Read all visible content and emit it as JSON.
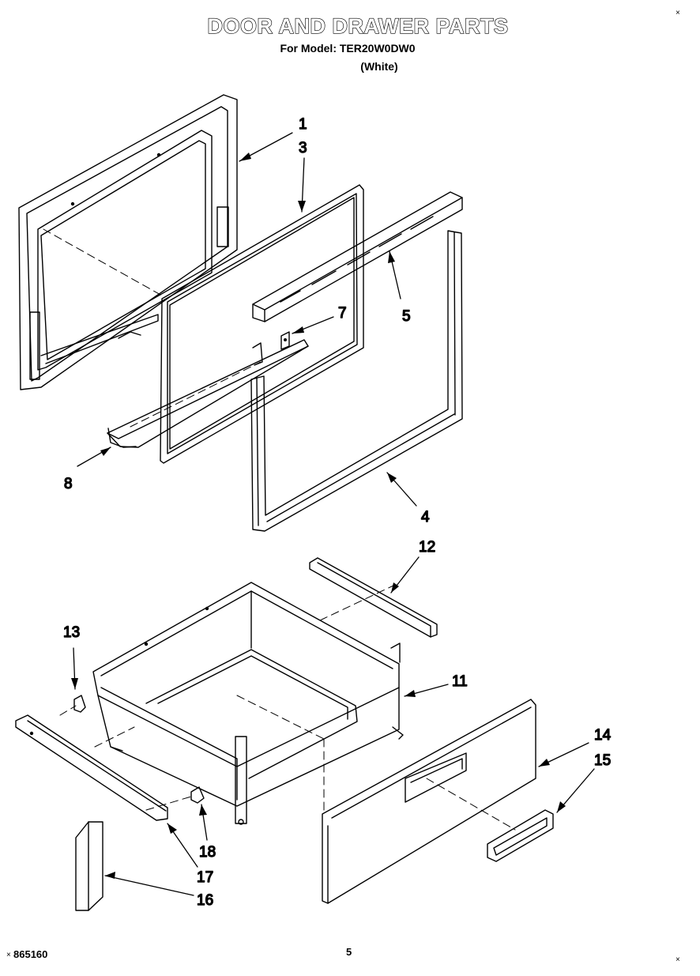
{
  "header": {
    "title": "DOOR AND DRAWER PARTS",
    "model_line": "For Model: TER20W0DW0",
    "color_line": "(White)"
  },
  "footer": {
    "doc_number": "865160",
    "page_number": "5"
  },
  "corner_marks": [
    "×",
    "×",
    "×"
  ],
  "callouts": [
    "1",
    "3",
    "5",
    "7",
    "8",
    "4",
    "12",
    "13",
    "11",
    "14",
    "15",
    "18",
    "17",
    "16"
  ],
  "parts": [
    {
      "num": "1",
      "name": "outer-door-panel"
    },
    {
      "num": "3",
      "name": "inner-door-glass"
    },
    {
      "num": "4",
      "name": "door-liner-frame"
    },
    {
      "num": "5",
      "name": "vent-trim"
    },
    {
      "num": "7",
      "name": "clip"
    },
    {
      "num": "8",
      "name": "door-channel"
    },
    {
      "num": "11",
      "name": "drawer-body"
    },
    {
      "num": "12",
      "name": "drawer-rear-rail"
    },
    {
      "num": "13",
      "name": "drawer-stop"
    },
    {
      "num": "14",
      "name": "drawer-front-panel"
    },
    {
      "num": "15",
      "name": "drawer-handle"
    },
    {
      "num": "16",
      "name": "side-bracket"
    },
    {
      "num": "17",
      "name": "drawer-front-rail"
    },
    {
      "num": "18",
      "name": "roller"
    }
  ]
}
